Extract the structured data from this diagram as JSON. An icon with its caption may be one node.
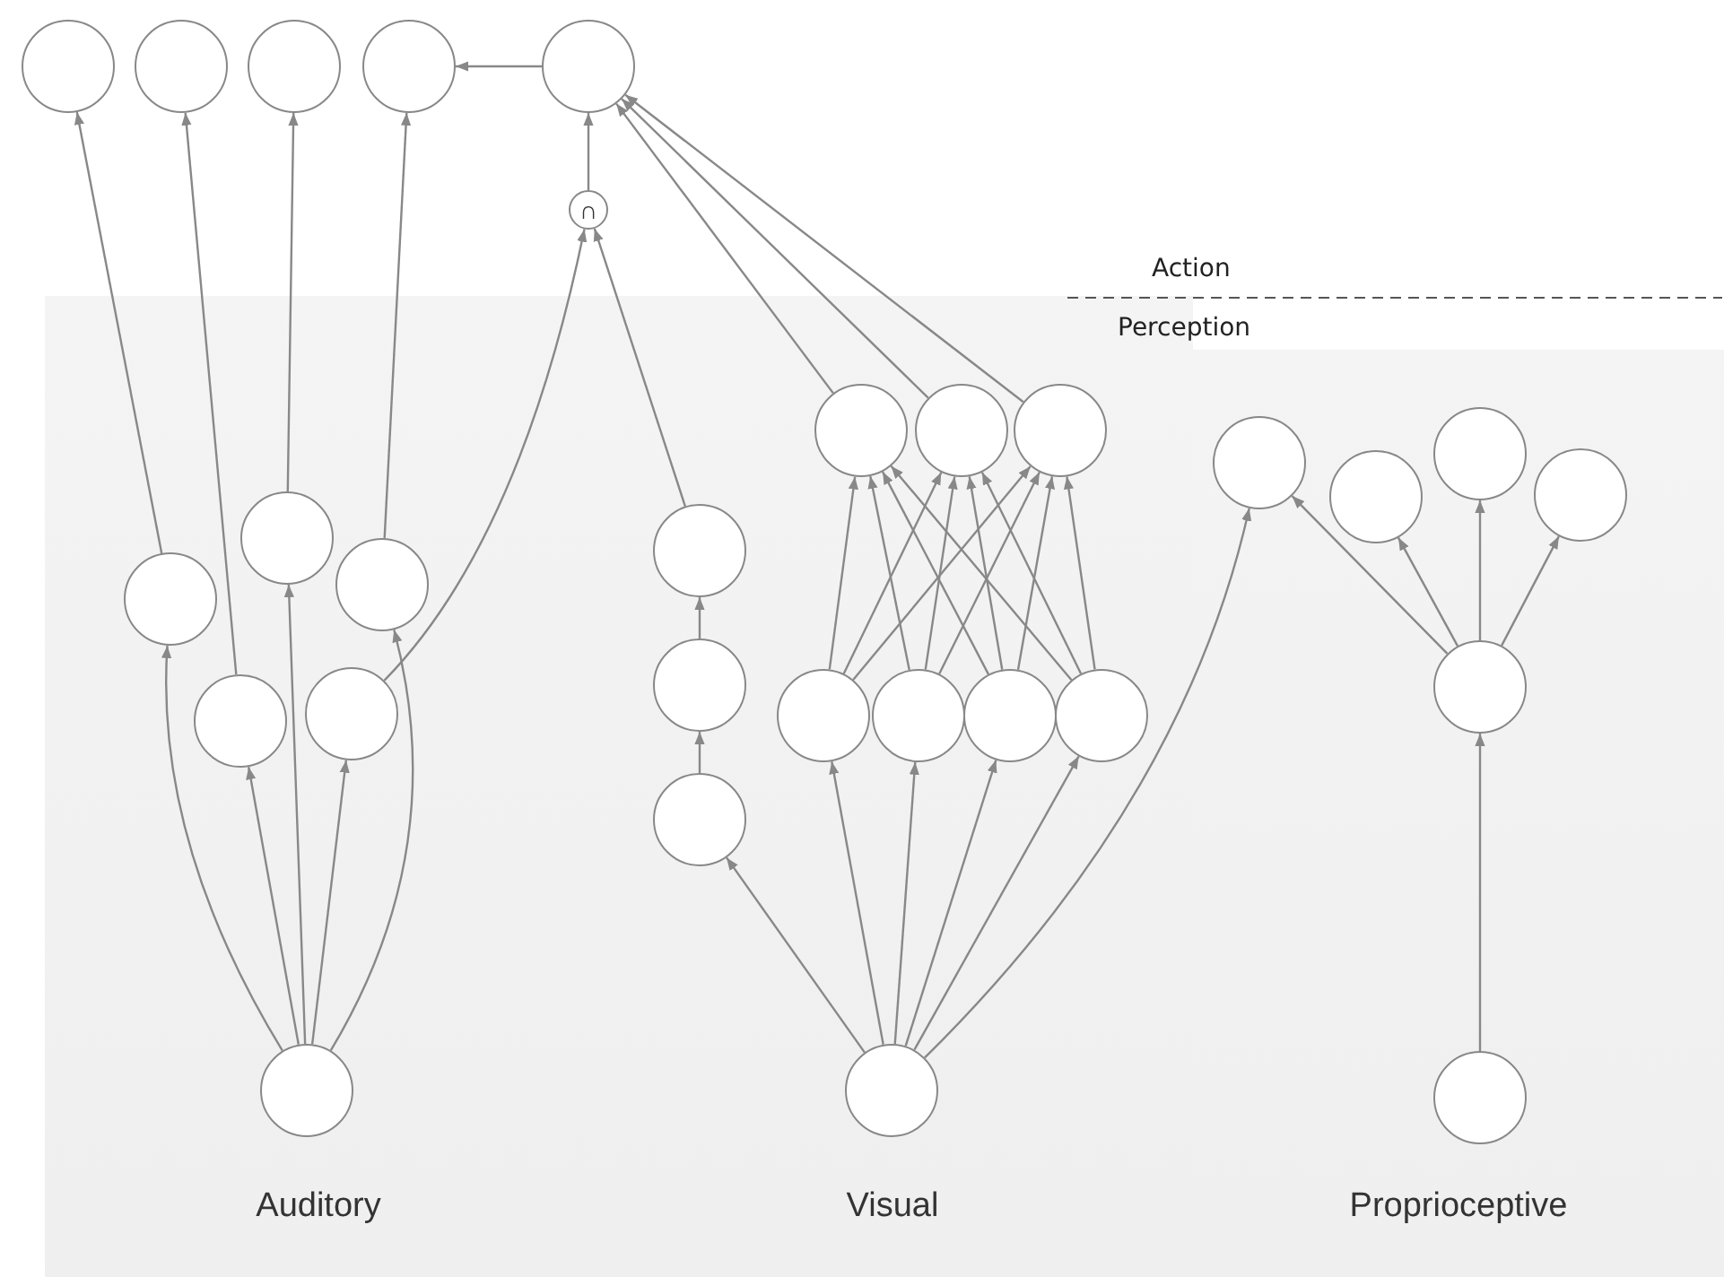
{
  "diagram": {
    "nodes": [
      {
        "text": [],
        "shape": "circle"
      },
      {
        "text": [],
        "shape": "circle"
      },
      {
        "text": [],
        "shape": "circle"
      },
      {
        "text": [],
        "shape": "circle"
      },
      {
        "text": [],
        "shape": "circle"
      },
      {
        "text": [
          "∩"
        ]
      },
      {
        "text": [
          "Auditory"
        ]
      },
      {
        "text": [],
        "shape": "circle",
        "in": 6
      },
      {
        "text": [],
        "shape": "circle",
        "in": 6
      },
      {
        "text": [],
        "shape": "circle",
        "in": 6
      },
      {
        "text": [],
        "shape": "circle",
        "in": 6
      },
      {
        "text": [],
        "shape": "circle",
        "in": 6
      },
      {
        "text": [],
        "shape": "circle",
        "in": 6
      },
      {
        "text": [
          "Visual"
        ]
      },
      {
        "text": [],
        "shape": "circle",
        "in": 13
      },
      {
        "text": [],
        "shape": "circle",
        "in": 13
      },
      {
        "text": [],
        "shape": "circle",
        "in": 13
      },
      {
        "text": [],
        "shape": "circle",
        "in": 13
      },
      {
        "text": [],
        "shape": "circle",
        "in": 13
      },
      {
        "text": [],
        "shape": "circle",
        "in": 13
      },
      {
        "text": [],
        "shape": "circle",
        "in": 13
      },
      {
        "text": [],
        "shape": "circle",
        "in": 13
      },
      {
        "text": [],
        "shape": "circle",
        "in": 13
      },
      {
        "text": [],
        "shape": "circle",
        "in": 13
      },
      {
        "text": [],
        "shape": "circle",
        "in": 13
      },
      {
        "text": [
          "Proprioceptive"
        ]
      },
      {
        "text": [],
        "shape": "circle",
        "in": 25
      },
      {
        "text": [],
        "shape": "circle",
        "in": 25
      },
      {
        "text": [],
        "shape": "circle",
        "in": 25
      },
      {
        "text": [],
        "shape": "circle",
        "in": 25
      },
      {
        "text": [],
        "shape": "circle",
        "in": 25
      },
      {
        "text": [],
        "shape": "circle",
        "in": 25
      }
    ],
    "edges": [
      {
        "from": 4,
        "to": 3,
        "arrow": "to"
      },
      {
        "from": 5,
        "to": 4,
        "arrow": "to"
      },
      {
        "from": 8,
        "to": 0,
        "arrow": "to"
      },
      {
        "from": 10,
        "to": 1,
        "arrow": "to"
      },
      {
        "from": 7,
        "to": 2,
        "arrow": "to"
      },
      {
        "from": 9,
        "to": 3,
        "arrow": "to"
      },
      {
        "from": 11,
        "to": 5,
        "arrow": "to"
      },
      {
        "from": 17,
        "to": 5,
        "arrow": "to"
      },
      {
        "from": 12,
        "to": 8,
        "arrow": "to"
      },
      {
        "from": 12,
        "to": 10,
        "arrow": "to"
      },
      {
        "from": 12,
        "to": 7,
        "arrow": "to"
      },
      {
        "from": 12,
        "to": 11,
        "arrow": "to"
      },
      {
        "from": 12,
        "to": 9,
        "arrow": "to"
      },
      {
        "from": 14,
        "to": 4,
        "arrow": "to"
      },
      {
        "from": 15,
        "to": 4,
        "arrow": "to"
      },
      {
        "from": 16,
        "to": 4,
        "arrow": "to"
      },
      {
        "from": 19,
        "to": 18,
        "arrow": "to"
      },
      {
        "from": 18,
        "to": 17,
        "arrow": "to"
      },
      {
        "from": 20,
        "to": 14,
        "arrow": "to"
      },
      {
        "from": 20,
        "to": 15,
        "arrow": "to"
      },
      {
        "from": 20,
        "to": 16,
        "arrow": "to"
      },
      {
        "from": 21,
        "to": 14,
        "arrow": "to"
      },
      {
        "from": 21,
        "to": 15,
        "arrow": "to"
      },
      {
        "from": 21,
        "to": 16,
        "arrow": "to"
      },
      {
        "from": 22,
        "to": 14,
        "arrow": "to"
      },
      {
        "from": 22,
        "to": 15,
        "arrow": "to"
      },
      {
        "from": 22,
        "to": 16,
        "arrow": "to"
      },
      {
        "from": 23,
        "to": 14,
        "arrow": "to"
      },
      {
        "from": 23,
        "to": 15,
        "arrow": "to"
      },
      {
        "from": 23,
        "to": 16,
        "arrow": "to"
      },
      {
        "from": 24,
        "to": 19,
        "arrow": "to"
      },
      {
        "from": 24,
        "to": 20,
        "arrow": "to"
      },
      {
        "from": 24,
        "to": 21,
        "arrow": "to"
      },
      {
        "from": 24,
        "to": 22,
        "arrow": "to"
      },
      {
        "from": 24,
        "to": 23,
        "arrow": "to"
      },
      {
        "from": 24,
        "to": 26,
        "arrow": "to"
      },
      {
        "from": 31,
        "to": 30,
        "arrow": "to"
      },
      {
        "from": 30,
        "to": 26,
        "arrow": "to"
      },
      {
        "from": 30,
        "to": 27,
        "arrow": "to"
      },
      {
        "from": 30,
        "to": 28,
        "arrow": "to"
      },
      {
        "from": 30,
        "to": 29,
        "arrow": "to"
      }
    ],
    "labels": [
      "Action",
      "Perception"
    ]
  }
}
